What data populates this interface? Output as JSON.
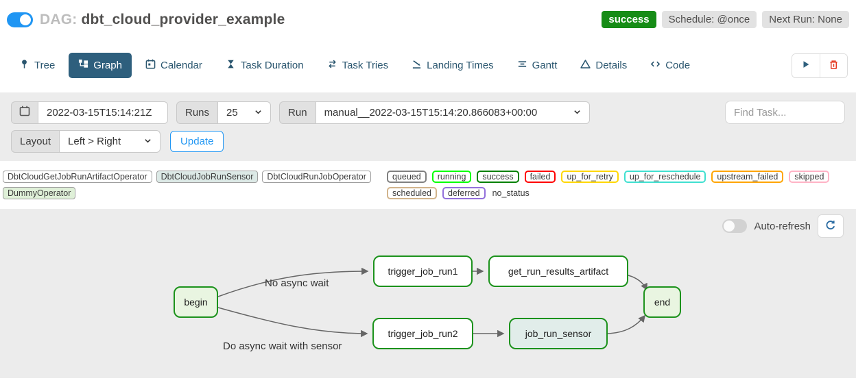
{
  "header": {
    "dag_prefix": "DAG:",
    "dag_title": "dbt_cloud_provider_example",
    "status_badge": "success",
    "schedule_badge": "Schedule: @once",
    "next_run_badge": "Next Run: None",
    "status_color": "#168c16"
  },
  "tabs": {
    "items": [
      {
        "label": "Tree"
      },
      {
        "label": "Graph"
      },
      {
        "label": "Calendar"
      },
      {
        "label": "Task Duration"
      },
      {
        "label": "Task Tries"
      },
      {
        "label": "Landing Times"
      },
      {
        "label": "Gantt"
      },
      {
        "label": "Details"
      },
      {
        "label": "Code"
      }
    ],
    "active": "Graph"
  },
  "filters": {
    "base_date_value": "2022-03-15T15:14:21Z",
    "runs_label": "Runs",
    "runs_value": "25",
    "run_label": "Run",
    "run_value": "manual__2022-03-15T15:14:20.866083+00:00",
    "layout_label": "Layout",
    "layout_value": "Left > Right",
    "update_button": "Update",
    "find_task_placeholder": "Find Task..."
  },
  "legend": {
    "operators": [
      {
        "label": "DbtCloudGetJobRunArtifactOperator",
        "bg": "#ffffff"
      },
      {
        "label": "DbtCloudJobRunSensor",
        "bg": "#dce9e6"
      },
      {
        "label": "DbtCloudRunJobOperator",
        "bg": "#ffffff"
      },
      {
        "label": "DummyOperator",
        "bg": "#dff0d8"
      }
    ],
    "states": [
      {
        "label": "queued",
        "color": "#808080"
      },
      {
        "label": "running",
        "color": "#00ff00"
      },
      {
        "label": "success",
        "color": "#008000"
      },
      {
        "label": "failed",
        "color": "#ff0000"
      },
      {
        "label": "up_for_retry",
        "color": "#ffd700"
      },
      {
        "label": "up_for_reschedule",
        "color": "#40e0d0"
      },
      {
        "label": "upstream_failed",
        "color": "#ffa500"
      },
      {
        "label": "skipped",
        "color": "#ffb3c6"
      },
      {
        "label": "scheduled",
        "color": "#d2b48c"
      },
      {
        "label": "deferred",
        "color": "#9370db"
      },
      {
        "label": "no_status",
        "color": "transparent"
      }
    ]
  },
  "graph_panel": {
    "auto_refresh_label": "Auto-refresh",
    "node_border_color": "#1c921c",
    "nodes": [
      {
        "id": "begin",
        "label": "begin",
        "fill": "#e9f5e1"
      },
      {
        "id": "trigger_job_run1",
        "label": "trigger_job_run1",
        "fill": "#ffffff"
      },
      {
        "id": "get_run_results_artifact",
        "label": "get_run_results_artifact",
        "fill": "#ffffff"
      },
      {
        "id": "trigger_job_run2",
        "label": "trigger_job_run2",
        "fill": "#ffffff"
      },
      {
        "id": "job_run_sensor",
        "label": "job_run_sensor",
        "fill": "#e1edea"
      },
      {
        "id": "end",
        "label": "end",
        "fill": "#e9f5e1"
      }
    ],
    "edge_labels": [
      {
        "label": "No async wait"
      },
      {
        "label": "Do async wait with sensor"
      }
    ]
  }
}
